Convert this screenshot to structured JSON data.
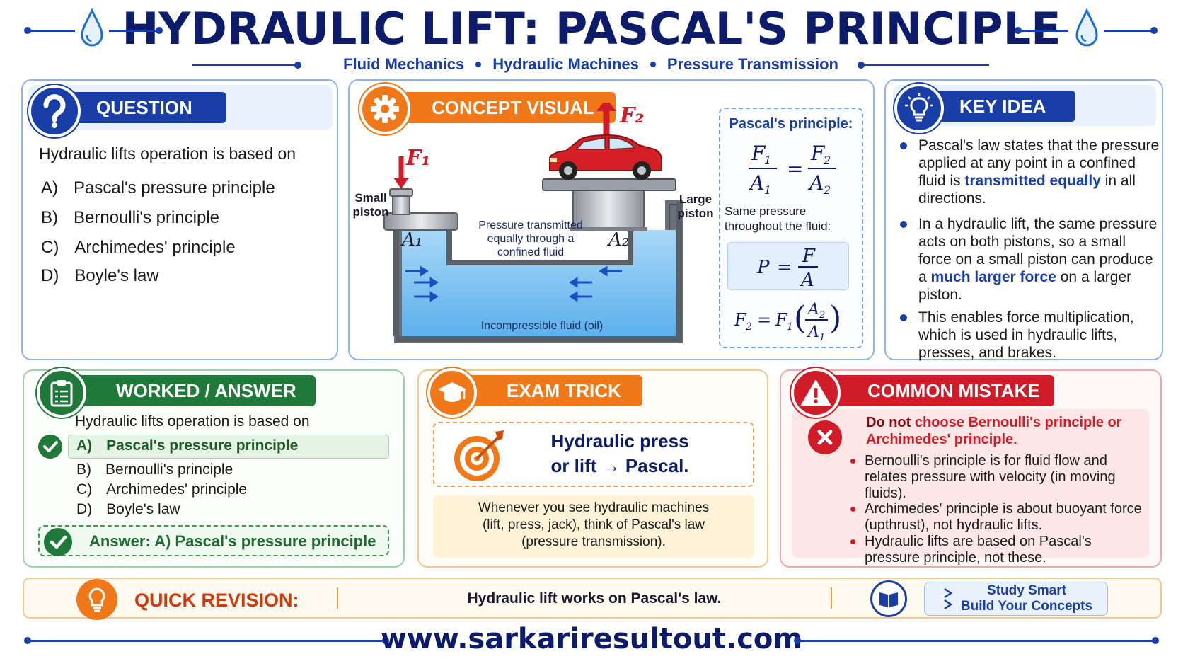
{
  "header": {
    "title": "HYDRAULIC LIFT: PASCAL'S PRINCIPLE",
    "tags": [
      "Fluid Mechanics",
      "Hydraulic Machines",
      "Pressure Transmission"
    ]
  },
  "question": {
    "label": "QUESTION",
    "icon": "question-icon",
    "text": "Hydraulic lifts operation is based on",
    "options": [
      {
        "letter": "A)",
        "text": "Pascal's pressure principle"
      },
      {
        "letter": "B)",
        "text": "Bernoulli's principle"
      },
      {
        "letter": "C)",
        "text": "Archimedes' principle"
      },
      {
        "letter": "D)",
        "text": "Boyle's law"
      }
    ]
  },
  "concept": {
    "label": "CONCEPT VISUAL",
    "icon": "gear-icon",
    "f1": "F₁",
    "f2": "F₂",
    "a1": "A₁",
    "a2": "A₂",
    "small_piston": [
      "Small",
      "piston"
    ],
    "large_piston": [
      "Large",
      "piston"
    ],
    "pressure_note": [
      "Pressure transmitted",
      "equally through a",
      "confined fluid"
    ],
    "fluid_label": "Incompressible fluid (oil)",
    "pascal_box": {
      "title": "Pascal's principle:",
      "same_pressure": [
        "Same pressure",
        "throughout the fluid:"
      ]
    }
  },
  "key_idea": {
    "label": "KEY IDEA",
    "icon": "lightbulb-icon",
    "items": [
      {
        "pre": "Pascal's law states that the pressure applied at any point in a confined fluid is ",
        "hl": "transmitted equally",
        "post": " in all directions."
      },
      {
        "pre": "In a hydraulic lift, the same pressure acts on both pistons, so a small force on a small piston can produce a ",
        "hl": "much larger force",
        "post": " on a larger piston."
      },
      {
        "pre": "This enables force multiplication, which is used in hydraulic lifts, presses, and brakes.",
        "hl": "",
        "post": ""
      }
    ]
  },
  "worked": {
    "label": "WORKED / ANSWER",
    "icon": "clipboard-icon",
    "text": "Hydraulic lifts operation is based on",
    "options": [
      {
        "letter": "A)",
        "text": "Pascal's pressure principle"
      },
      {
        "letter": "B)",
        "text": "Bernoulli's principle"
      },
      {
        "letter": "C)",
        "text": "Archimedes' principle"
      },
      {
        "letter": "D)",
        "text": "Boyle's law"
      }
    ],
    "answer": "Answer: A) Pascal's pressure principle"
  },
  "exam_trick": {
    "label": "EXAM TRICK",
    "icon": "graduation-cap-icon",
    "headline": [
      "Hydraulic press",
      "or lift → Pascal."
    ],
    "note": [
      "Whenever you see hydraulic machines",
      "(lift, press, jack), think of Pascal's law",
      "(pressure transmission)."
    ]
  },
  "common_mistake": {
    "label": "COMMON MISTAKE",
    "icon": "warning-icon",
    "head_bold": "Do not",
    "head_rest": " choose Bernoulli's principle or Archimedes' principle.",
    "items": [
      "Bernoulli's principle is for fluid flow and relates pressure with velocity (in moving fluids).",
      "Archimedes' principle is about buoyant force (upthrust), not hydraulic lifts.",
      "Hydraulic lifts are based on Pascal's pressure principle, not these."
    ]
  },
  "revision": {
    "label": "QUICK REVISION:",
    "text": "Hydraulic lift works on Pascal's law.",
    "badge": [
      "Study Smart",
      "Build Your Concepts"
    ]
  },
  "footer": {
    "url": "www.sarkariresultout.com"
  },
  "colors": {
    "navy": "#0d1b6b",
    "blue": "#1a3ea8",
    "orange": "#f07818",
    "green": "#1f7a3a",
    "red": "#d01c28"
  }
}
